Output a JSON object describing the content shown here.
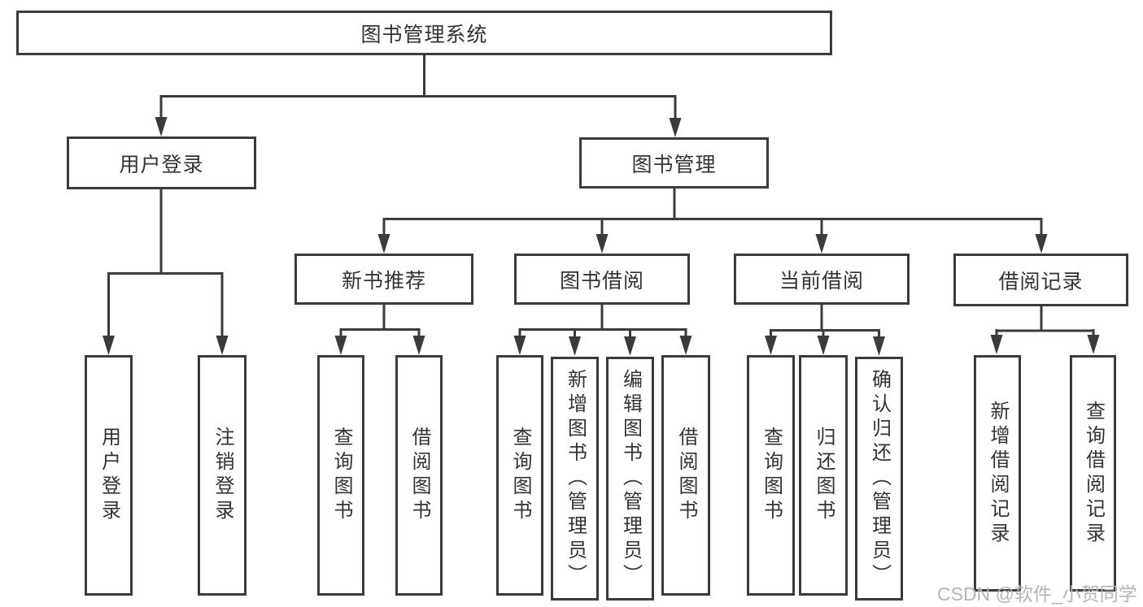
{
  "diagram_title": "图书管理系统",
  "nodes": {
    "root": "图书管理系统",
    "user_login": "用户登录",
    "book_management": "图书管理",
    "new_book_recommend": "新书推荐",
    "book_borrowing": "图书借阅",
    "current_borrowing": "当前借阅",
    "borrowing_records": "借阅记录",
    "leaf_user_login": "用户登录",
    "leaf_logout": "注销登录",
    "rec_query_books": "查询图书",
    "rec_borrow_books": "借阅图书",
    "bb_query_books": "查询图书",
    "bb_add_books_admin": "新增图书（管理员）",
    "bb_edit_books_admin": "编辑图书（管理员）",
    "bb_borrow_books": "借阅图书",
    "cb_query_books": "查询图书",
    "cb_return_books": "归还图书",
    "cb_confirm_return_admin": "确认归还（管理员）",
    "br_add_record": "新增借阅记录",
    "br_query_record": "查询借阅记录"
  },
  "hierarchy": {
    "图书管理系统": [
      "用户登录",
      "图书管理"
    ],
    "用户登录": [
      "用户登录",
      "注销登录"
    ],
    "图书管理": [
      "新书推荐",
      "图书借阅",
      "当前借阅",
      "借阅记录"
    ],
    "新书推荐": [
      "查询图书",
      "借阅图书"
    ],
    "图书借阅": [
      "查询图书",
      "新增图书（管理员）",
      "编辑图书（管理员）",
      "借阅图书"
    ],
    "当前借阅": [
      "查询图书",
      "归还图书",
      "确认归还（管理员）"
    ],
    "借阅记录": [
      "新增借阅记录",
      "查询借阅记录"
    ]
  },
  "watermark": "CSDN @软件_小贺同学",
  "colors": {
    "line": "#3b3b3b",
    "box_border": "#3b3b3b",
    "text": "#333333",
    "watermark": "#b5b5b5",
    "background": "#ffffff"
  }
}
